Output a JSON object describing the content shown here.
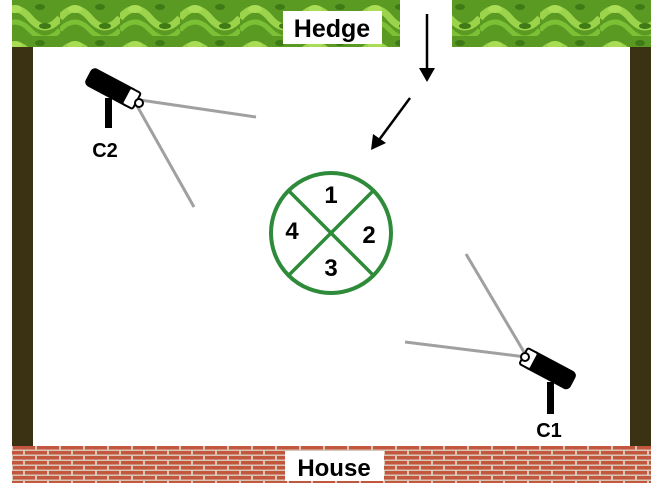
{
  "hedge_label": "Hedge",
  "house_label": "House",
  "regions": [
    {
      "id": "1",
      "label": "1"
    },
    {
      "id": "2",
      "label": "2"
    },
    {
      "id": "3",
      "label": "3"
    },
    {
      "id": "4",
      "label": "4"
    }
  ],
  "cameras": [
    {
      "id": "c1",
      "label": "C1"
    },
    {
      "id": "c2",
      "label": "C2"
    }
  ],
  "colors": {
    "hedge_dark": "#4f8e1c",
    "hedge_light": "#8dcb3c",
    "post": "#3a3212",
    "brick": "#c2573e",
    "mortar": "#d9c6b6",
    "circle": "#2e8b3a",
    "fov_line": "#a0a0a0"
  }
}
